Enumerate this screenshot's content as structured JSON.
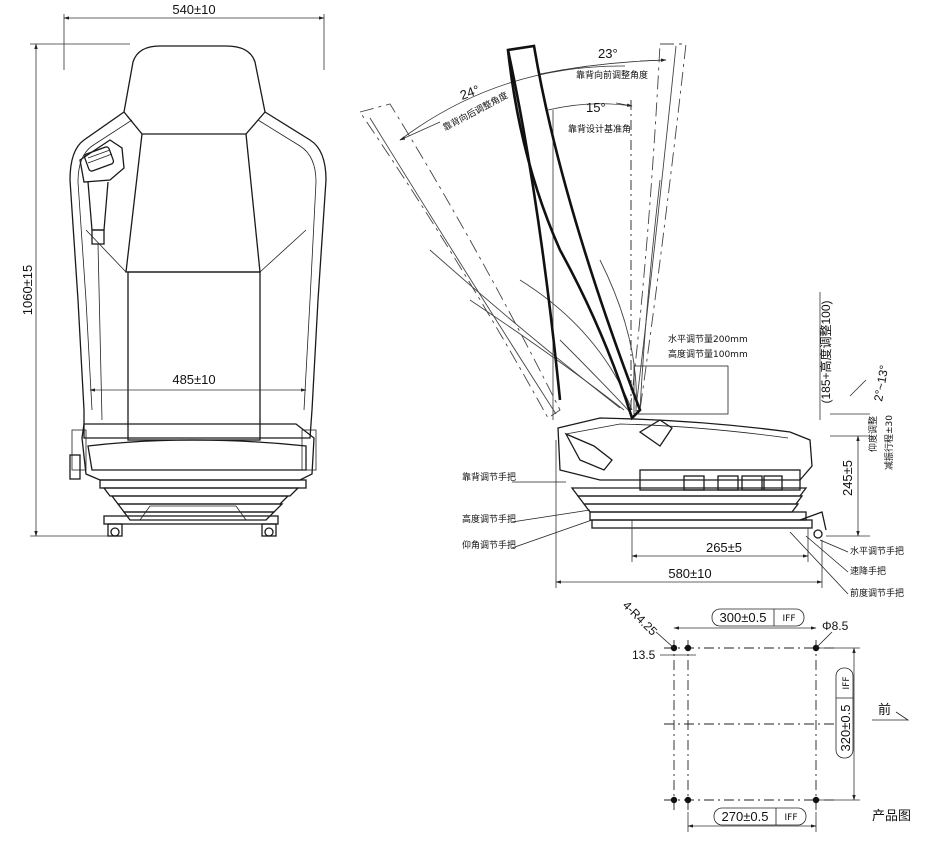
{
  "front_view": {
    "width_dim": "540±10",
    "height_dim": "1060±15",
    "seat_width_dim": "485±10"
  },
  "side_view": {
    "angle_24": "24°",
    "angle_23": "23°",
    "angle_15": "15°",
    "label_backrest_rear": "靠背向后调整角度",
    "label_backrest_front": "靠背向前调整角度",
    "label_backrest_design": "靠背设计基准角",
    "label_horizontal_travel": "水平调节量200mm",
    "label_height_travel": "高度调节量100mm",
    "height_adjust_dim": "(185+高度调整100)",
    "tilt_label": "仰度调整",
    "tilt_range": "2°~13°",
    "tilt_note": "减振行程±30",
    "dim_245": "245±5",
    "dim_265": "265±5",
    "dim_580": "580±10",
    "handle_backrest": "靠背调节手把",
    "handle_height": "高度调节手把",
    "handle_tilt": "仰角调节手把",
    "handle_horizontal": "水平调节手把",
    "handle_lift": "速降手把",
    "handle_pitch": "前度调节手把"
  },
  "mount_view": {
    "holes_label": "4-R4.25",
    "dim_300": "300±0.5",
    "dim_300_tag": "IFF",
    "dim_320": "320±0.5",
    "dim_320_tag": "IFF",
    "dim_270": "270±0.5",
    "dim_270_tag": "IFF",
    "dim_13_5": "13.5",
    "dim_dia": "Φ8.5",
    "front_label": "前",
    "product_label": "产品图"
  }
}
